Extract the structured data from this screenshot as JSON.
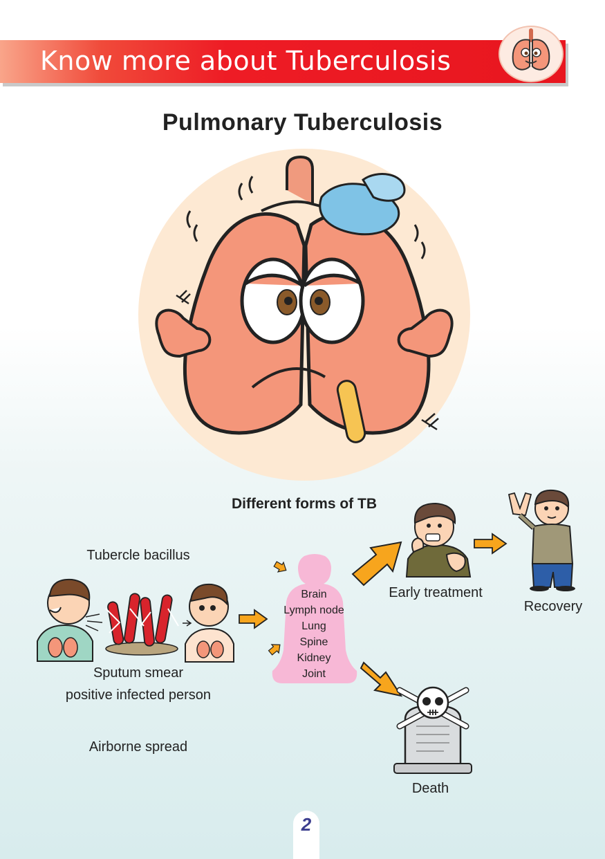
{
  "header": {
    "title": "Know more about Tuberculosis",
    "mascot_icon": "lung-mascot-icon"
  },
  "main": {
    "title": "Pulmonary Tuberculosis",
    "illustration_icon": "sick-lungs-icon"
  },
  "diagram": {
    "title": "Different forms of TB",
    "labels": {
      "bacillus": "Tubercle bacillus",
      "sputum_line1": "Sputum smear",
      "sputum_line2": "positive infected person",
      "airborne": "Airborne spread",
      "early_treatment": "Early treatment",
      "recovery": "Recovery",
      "death": "Death"
    },
    "organs": [
      "Brain",
      "Lymph node",
      "Lung",
      "Spine",
      "Kidney",
      "Joint"
    ]
  },
  "footer": {
    "page_number": "2"
  },
  "colors": {
    "banner_red": "#ee1c25",
    "lung_orange": "#f4967a",
    "arrow_orange": "#f7a51d",
    "body_pink": "#f7b8d6",
    "page_number": "#3b3d8e"
  }
}
